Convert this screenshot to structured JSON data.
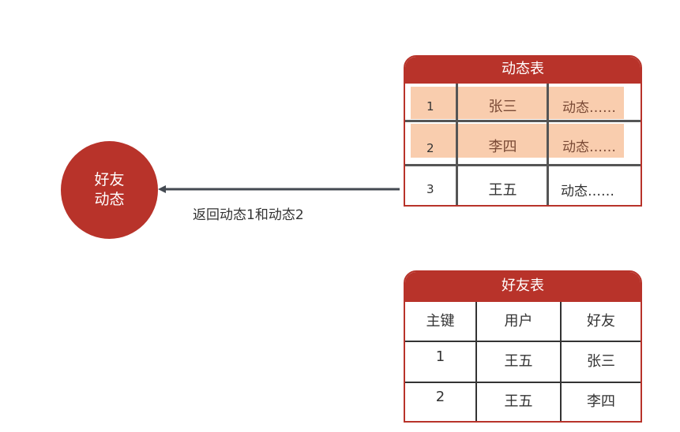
{
  "friend_feed": {
    "line1": "好友",
    "line2": "动态"
  },
  "arrow": {
    "label": "返回动态1和动态2"
  },
  "feed_table": {
    "title": "动态表",
    "rows": [
      {
        "id": "1",
        "user": "张三",
        "text": "动态……"
      },
      {
        "id": "2",
        "user": "李四",
        "text": "动态……"
      },
      {
        "id": "3",
        "user": "王五",
        "text": "动态……"
      }
    ]
  },
  "friend_table": {
    "title": "好友表",
    "headers": [
      "主键",
      "用户",
      "好友"
    ],
    "rows": [
      {
        "key": "1",
        "user": "王五",
        "friend": "张三"
      },
      {
        "key": "2",
        "user": "王五",
        "friend": "李四"
      }
    ]
  },
  "colors": {
    "brand_red": "#b8332a",
    "highlight": "#f9cdae",
    "grid": "#555555"
  }
}
